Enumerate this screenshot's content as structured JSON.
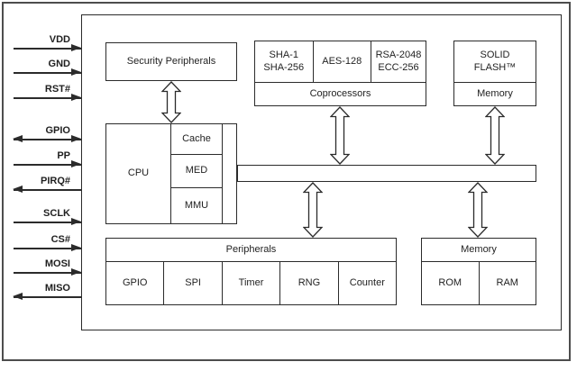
{
  "diagram": {
    "type": "chip-block-diagram",
    "colors": {
      "line": "#2b2b2b",
      "text": "#1f1f1f",
      "background": "#ffffff"
    },
    "pins": [
      {
        "label": "VDD",
        "direction": "in"
      },
      {
        "label": "GND",
        "direction": "in"
      },
      {
        "label": "RST#",
        "direction": "in"
      },
      {
        "label": "GPIO",
        "direction": "bidirectional"
      },
      {
        "label": "PP",
        "direction": "in"
      },
      {
        "label": "PIRQ#",
        "direction": "out"
      },
      {
        "label": "SCLK",
        "direction": "in"
      },
      {
        "label": "CS#",
        "direction": "in"
      },
      {
        "label": "MOSI",
        "direction": "in"
      },
      {
        "label": "MISO",
        "direction": "out"
      }
    ],
    "blocks": {
      "security_peripherals": {
        "label": "Security Peripherals"
      },
      "coprocessors": {
        "label": "Coprocessors",
        "units": [
          {
            "lines": [
              "SHA-1",
              "SHA-256"
            ]
          },
          {
            "lines": [
              "AES-128"
            ]
          },
          {
            "lines": [
              "RSA-2048",
              "ECC-256"
            ]
          }
        ]
      },
      "solid_flash": {
        "title_lines": [
          "SOLID",
          "FLASH™"
        ],
        "sublabel": "Memory"
      },
      "cpu": {
        "label": "CPU",
        "units": [
          {
            "label": "Cache"
          },
          {
            "label": "MED"
          },
          {
            "label": "MMU"
          }
        ]
      },
      "peripherals": {
        "label": "Peripherals",
        "units": [
          {
            "label": "GPIO"
          },
          {
            "label": "SPI"
          },
          {
            "label": "Timer"
          },
          {
            "label": "RNG"
          },
          {
            "label": "Counter"
          }
        ]
      },
      "memory": {
        "label": "Memory",
        "units": [
          {
            "label": "ROM"
          },
          {
            "label": "RAM"
          }
        ]
      }
    },
    "connections": [
      {
        "from": "security-peripherals",
        "to": "cpu",
        "type": "bidirectional"
      },
      {
        "from": "coprocessors",
        "to": "bus",
        "type": "bidirectional"
      },
      {
        "from": "solid-flash-memory",
        "to": "bus",
        "type": "bidirectional"
      },
      {
        "from": "bus",
        "to": "peripherals",
        "type": "bidirectional"
      },
      {
        "from": "bus",
        "to": "memory",
        "type": "bidirectional"
      },
      {
        "from": "cpu",
        "to": "bus",
        "type": "direct"
      }
    ]
  }
}
